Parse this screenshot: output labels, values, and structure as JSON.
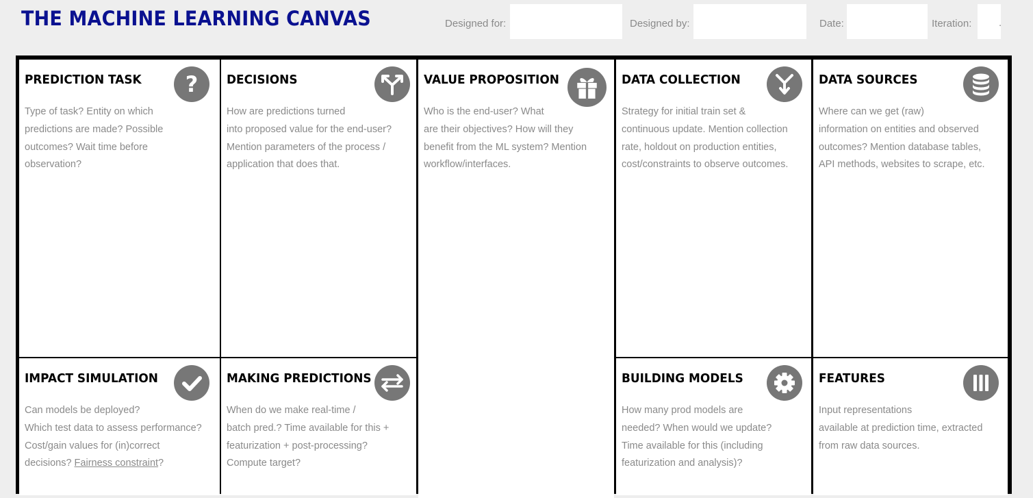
{
  "header": {
    "title": "THE MACHINE LEARNING CANVAS",
    "designed_for_label": "Designed for:",
    "designed_by_label": "Designed by:",
    "date_label": "Date:",
    "iteration_label": "Iteration:",
    "iteration_suffix": ".",
    "designed_for_value": "",
    "designed_by_value": "",
    "date_value": "",
    "iteration_value": ""
  },
  "cells": {
    "prediction_task": {
      "title": "PREDICTION TASK",
      "icon": "question-mark-icon",
      "lines": [
        "Type of task? Entity on which",
        "predictions are made? Possible",
        "outcomes? Wait time before",
        "observation?"
      ]
    },
    "decisions": {
      "title": "DECISIONS",
      "icon": "split-arrows-icon",
      "lines": [
        "How are predictions turned",
        "into proposed value for the end-user?",
        "Mention parameters of the process /",
        "application that does that."
      ]
    },
    "value_proposition": {
      "title": "VALUE PROPOSITION",
      "icon": "gift-icon",
      "lines": [
        "Who is the end-user? What",
        "are their objectives? How will they",
        "benefit from the ML system? Mention",
        "workflow/interfaces."
      ]
    },
    "data_collection": {
      "title": "DATA COLLECTION",
      "icon": "merge-arrows-icon",
      "lines": [
        "Strategy for initial train set &",
        "continuous update. Mention collection",
        "rate, holdout on production entities,",
        "cost/constraints to observe outcomes."
      ]
    },
    "data_sources": {
      "title": "DATA SOURCES",
      "icon": "database-icon",
      "lines": [
        "Where can we get (raw)",
        "information on entities and observed",
        "outcomes? Mention database tables,",
        "API methods, websites to scrape, etc."
      ]
    },
    "impact_simulation": {
      "title": "IMPACT SIMULATION",
      "icon": "checkmark-icon",
      "lines": [
        "Can models be deployed?",
        "Which test data to assess performance?",
        "Cost/gain values for (in)correct"
      ],
      "last_line_prefix": "decisions? ",
      "last_line_link": "Fairness constraint",
      "last_line_suffix": "?"
    },
    "making_predictions": {
      "title": "MAKING PREDICTIONS",
      "icon": "exchange-arrows-icon",
      "lines": [
        "When do we make real-time /",
        "batch pred.? Time available for this +",
        "featurization + post-processing?",
        "Compute target?"
      ]
    },
    "building_models": {
      "title": "BUILDING MODELS",
      "icon": "gear-icon",
      "lines": [
        "How many prod models are",
        "needed? When would we update?",
        "Time available for this (including",
        "featurization and analysis)?"
      ]
    },
    "features": {
      "title": "FEATURES",
      "icon": "columns-icon",
      "lines": [
        "Input representations",
        "available at prediction time, extracted",
        "from raw data sources."
      ]
    }
  }
}
